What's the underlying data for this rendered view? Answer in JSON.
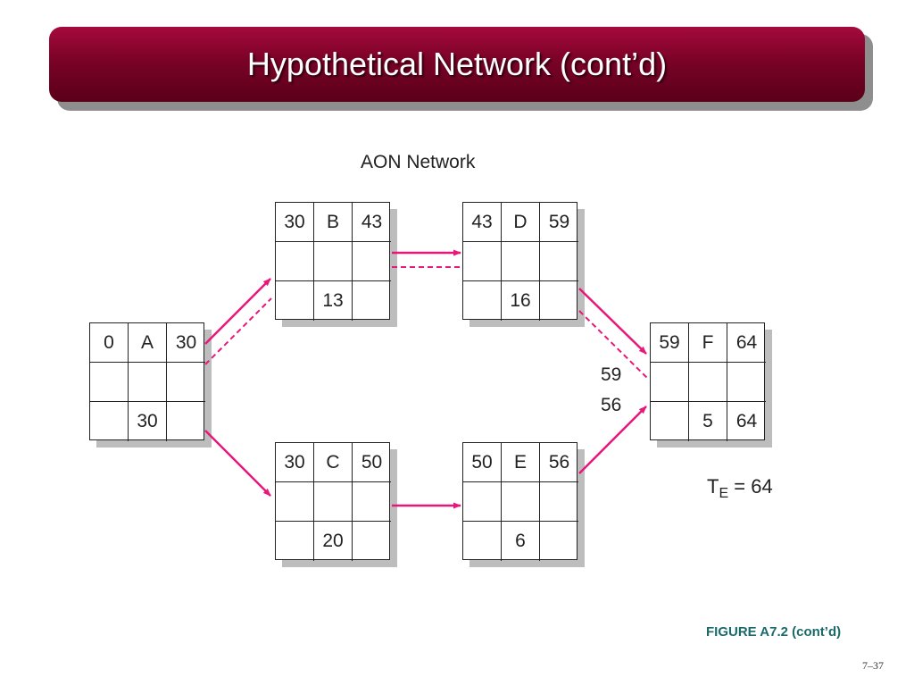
{
  "slide": {
    "title": "Hypothetical Network (cont’d)",
    "network_label": "AON Network",
    "figure_caption": "FIGURE A7.2 (cont’d)",
    "page_number": "7–37"
  },
  "nodes": {
    "A": {
      "es": "0",
      "name": "A",
      "ef": "30",
      "duration": "30",
      "late_start": "",
      "late_finish": ""
    },
    "B": {
      "es": "30",
      "name": "B",
      "ef": "43",
      "duration": "13",
      "late_start": "",
      "late_finish": ""
    },
    "C": {
      "es": "30",
      "name": "C",
      "ef": "50",
      "duration": "20",
      "late_start": "",
      "late_finish": ""
    },
    "D": {
      "es": "43",
      "name": "D",
      "ef": "59",
      "duration": "16",
      "late_start": "",
      "late_finish": ""
    },
    "E": {
      "es": "50",
      "name": "E",
      "ef": "56",
      "duration": "6",
      "late_start": "",
      "late_finish": ""
    },
    "F": {
      "es": "59",
      "name": "F",
      "ef": "64",
      "duration": "5",
      "late_start": "",
      "late_finish": "64"
    }
  },
  "annotations": {
    "d_to_f_value": "59",
    "e_to_f_value": "56",
    "te_prefix": "T",
    "te_sub": "E",
    "te_value": "= 64"
  },
  "edges": [
    {
      "from": "A",
      "to": "B",
      "critical_dashed": true
    },
    {
      "from": "A",
      "to": "C",
      "critical_dashed": false
    },
    {
      "from": "B",
      "to": "D",
      "critical_dashed": true
    },
    {
      "from": "C",
      "to": "E",
      "critical_dashed": false
    },
    {
      "from": "D",
      "to": "F",
      "critical_dashed": true
    },
    {
      "from": "E",
      "to": "F",
      "critical_dashed": false
    }
  ],
  "colors": {
    "title_bar": "#7a0227",
    "arrow": "#e8177a",
    "caption": "#1a6a6a"
  }
}
